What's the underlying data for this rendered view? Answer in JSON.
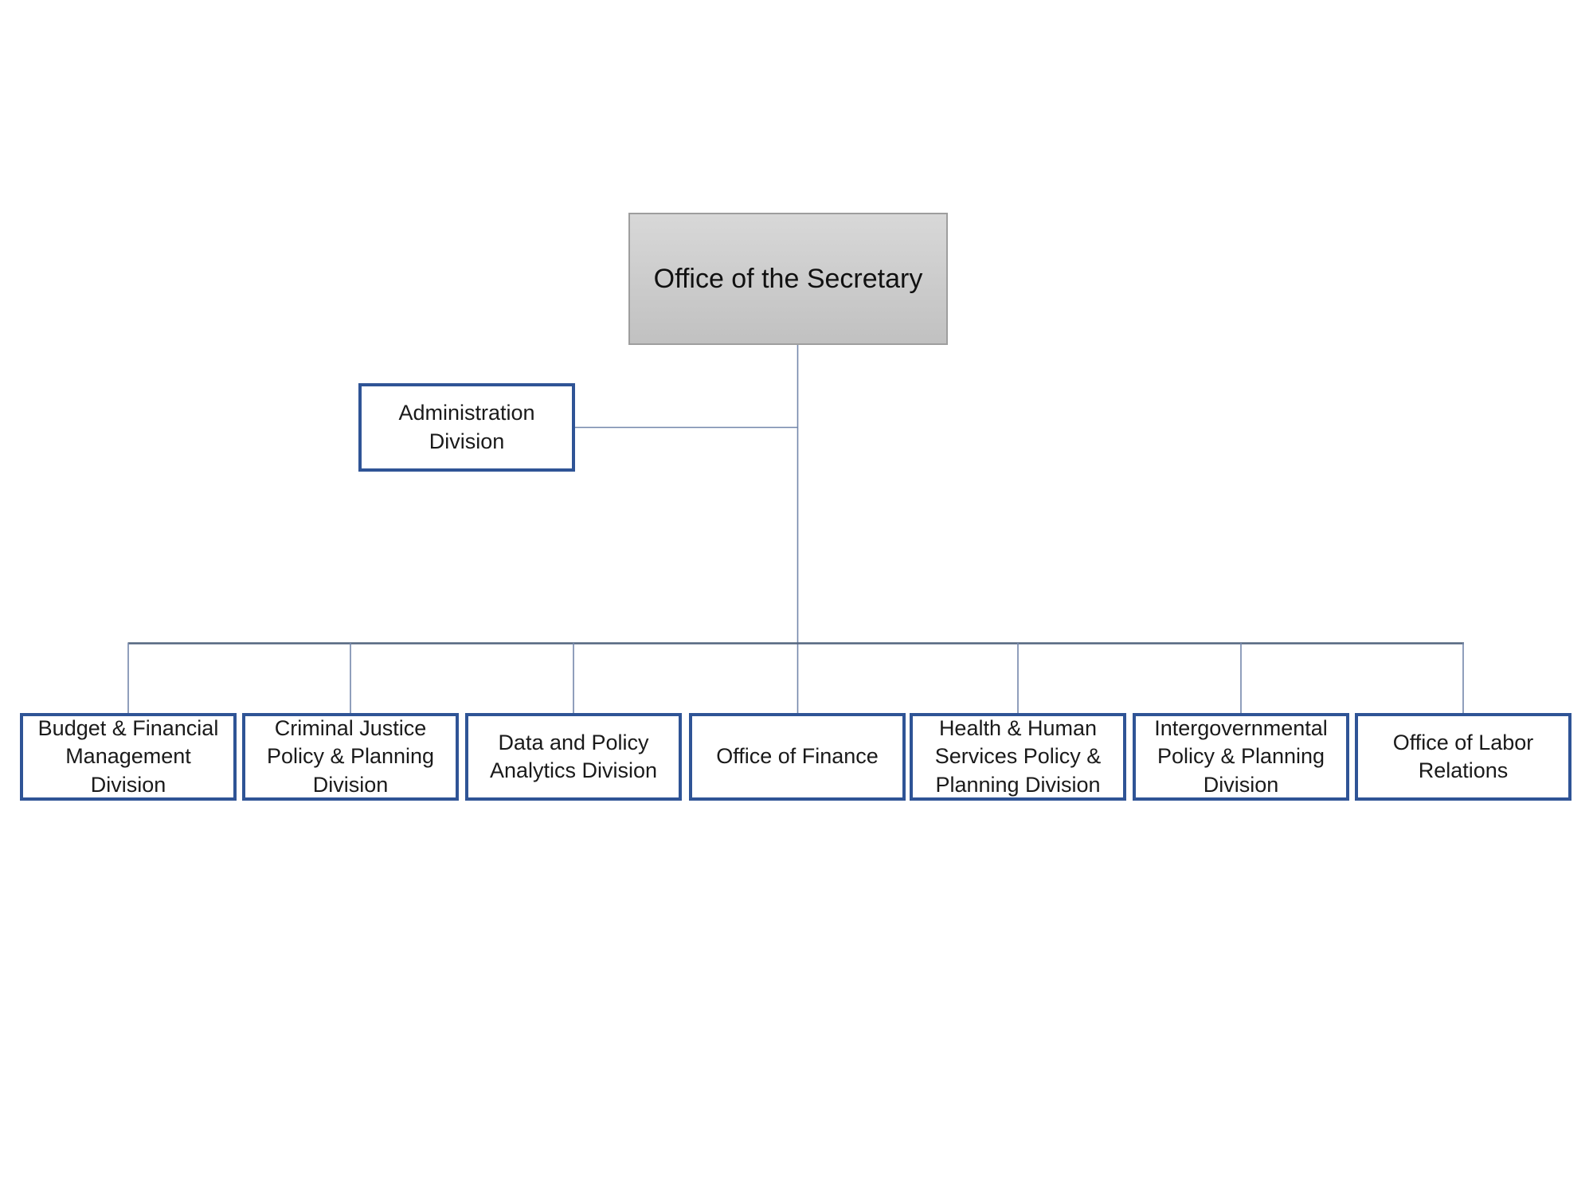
{
  "chart": {
    "type": "org-chart",
    "root": {
      "label": "Office of the Secretary"
    },
    "assistant": {
      "label": "Administration Division"
    },
    "children": [
      {
        "label": "Budget & Financial Management Division"
      },
      {
        "label": "Criminal Justice Policy & Planning Division"
      },
      {
        "label": "Data and Policy Analytics Division"
      },
      {
        "label": "Office of Finance"
      },
      {
        "label": "Health & Human Services Policy & Planning Division"
      },
      {
        "label": "Intergovernmental Policy & Planning Division"
      },
      {
        "label": "Office of Labor Relations"
      }
    ]
  },
  "colors": {
    "node_border": "#2F5496",
    "connector": "#7487AB",
    "connector_bus": "#53657F",
    "root_fill_top": "#D8D8D8",
    "root_fill_bottom": "#C1C1C1",
    "root_border": "#9E9E9E",
    "text": "#1A1A1A",
    "background": "#FFFFFF"
  }
}
